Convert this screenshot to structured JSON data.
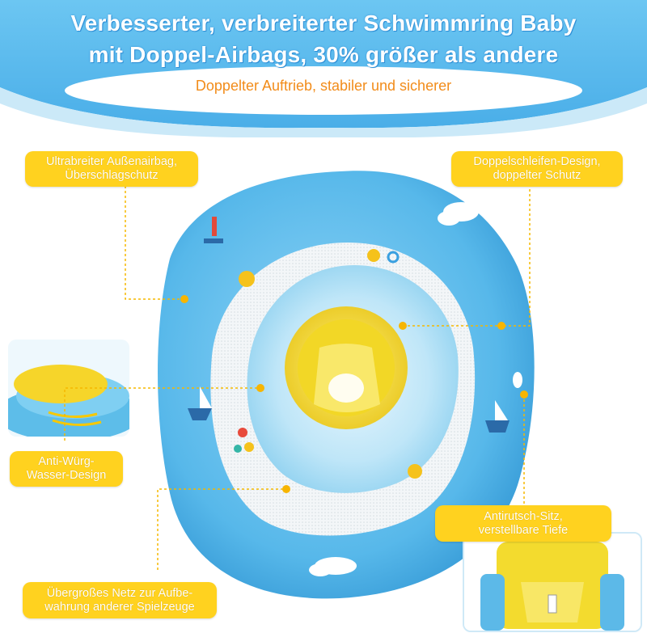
{
  "header": {
    "title_line1": "Verbesserter, verbreiterter Schwimmring Baby",
    "title_line2": "mit Doppel-Airbags, 30% größer als andere",
    "subtitle": "Doppelter Auftrieb, stabiler und sicherer"
  },
  "callouts": {
    "outer_airbag": {
      "line1": "Ultrabreiter Außenairbag,",
      "line2": "Überschlagschutz"
    },
    "double_loop": {
      "line1": "Doppelschleifen-Design,",
      "line2": "doppelter Schutz"
    },
    "anti_choke": {
      "line1": "Anti-Würg-",
      "line2": "Wasser-Design"
    },
    "anti_slip": {
      "line1": "Antirutsch-Sitz,",
      "line2": "verstellbare Tiefe"
    },
    "net": {
      "line1": "Übergroßes Netz zur Aufbe-",
      "line2": "wahrung anderer Spielzeuge"
    }
  },
  "colors": {
    "banner_blue": "#4fb3ec",
    "callout_yellow": "#ffd21f",
    "subtitle_orange": "#f28c1a",
    "float_blue": "#56b9ea",
    "seat_yellow": "#f7dc2f"
  }
}
